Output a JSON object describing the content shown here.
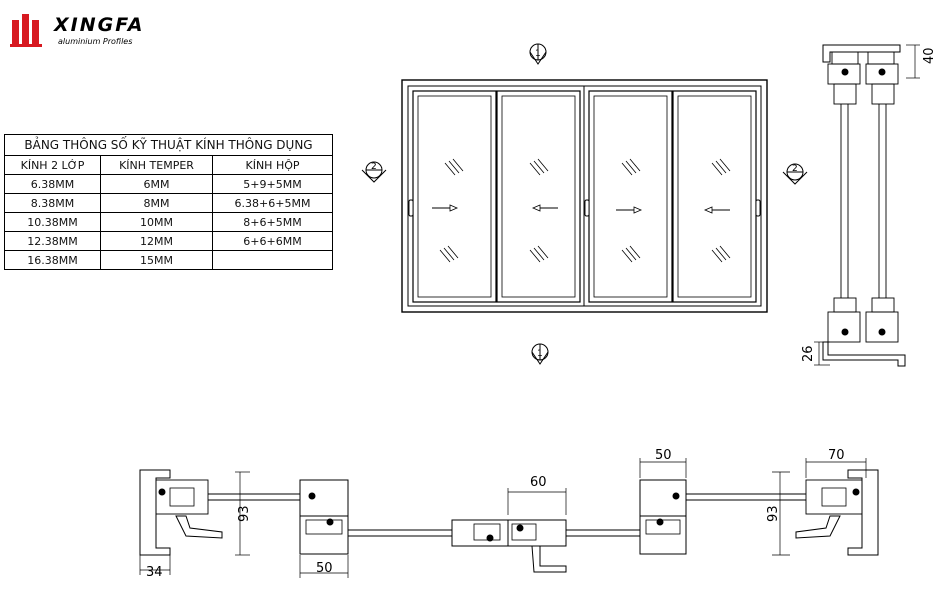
{
  "logo": {
    "brand": "XINGFA",
    "subtitle": "aluminium Profiles"
  },
  "spec_table": {
    "title": "BẢNG THÔNG SỐ KỸ THUẬT KÍNH  THÔNG DỤNG",
    "headers": [
      "KÍNH 2 LỚP",
      "KÍNH TEMPER",
      "KÍNH HỘP"
    ],
    "rows": [
      [
        "6.38MM",
        "6MM",
        "5+9+5MM"
      ],
      [
        "8.38MM",
        "8MM",
        "6.38+6+5MM"
      ],
      [
        "10.38MM",
        "10MM",
        "8+6+5MM"
      ],
      [
        "12.38MM",
        "12MM",
        "6+6+6MM"
      ],
      [
        "16.38MM",
        "15MM",
        ""
      ]
    ]
  },
  "section_markers": {
    "top": "1",
    "bottom": "1",
    "left": "2",
    "right": "2"
  },
  "dimensions": {
    "side_top": "40",
    "side_bottom": "26",
    "plan_left_height": "93",
    "plan_left_width": "34",
    "plan_left_sash": "50",
    "plan_center": "60",
    "plan_right_sash": "50",
    "plan_right_width": "70",
    "plan_right_height": "93"
  }
}
